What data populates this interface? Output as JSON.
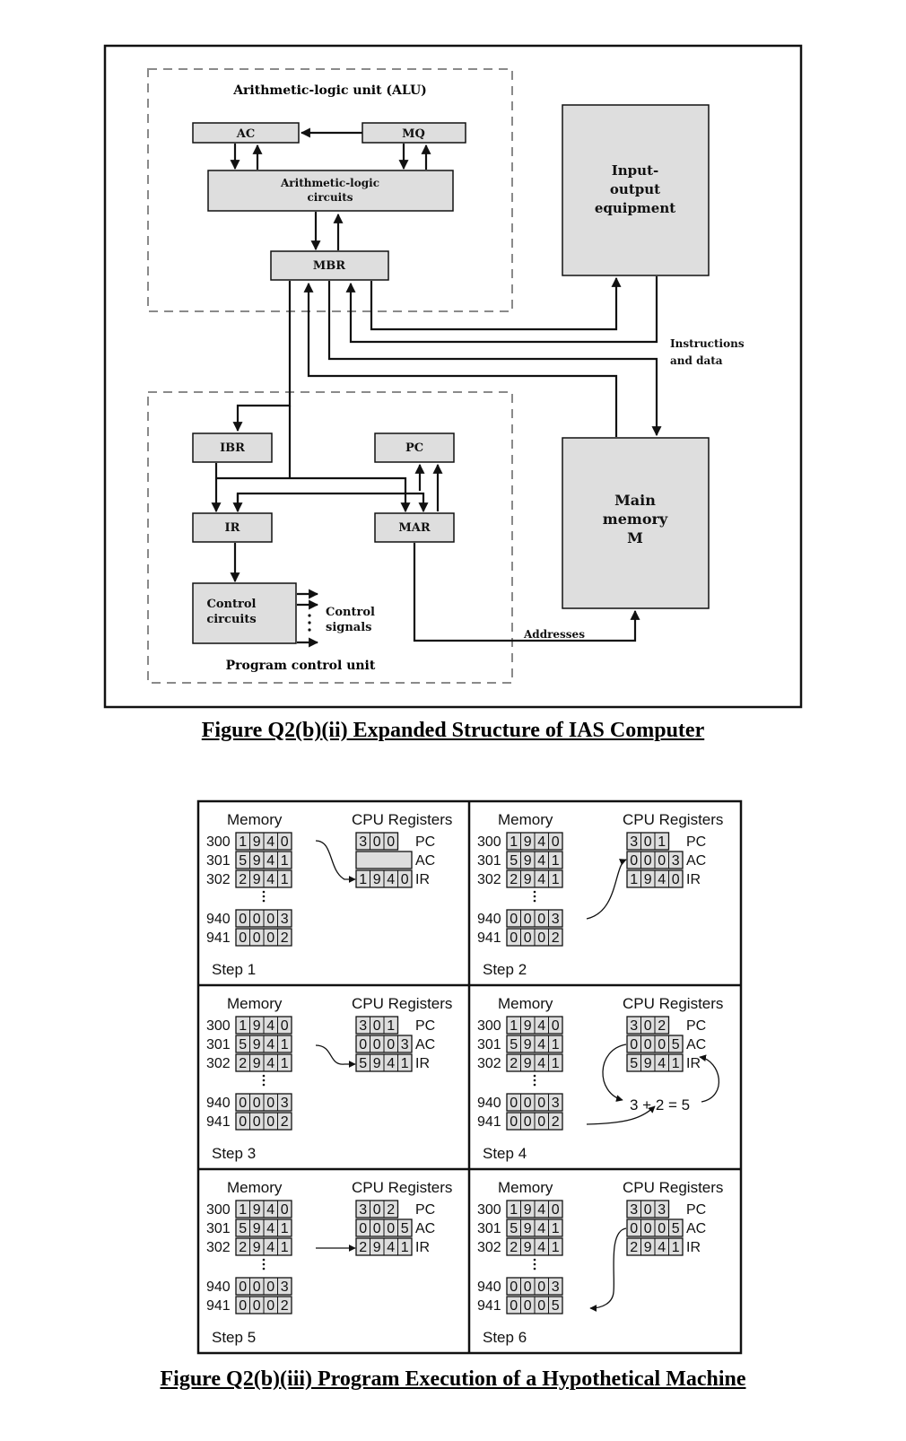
{
  "figure1": {
    "caption": "Figure Q2(b)(ii) Expanded Structure of IAS Computer",
    "alu_title": "Arithmetic-logic unit (ALU)",
    "pcu_title": "Program control unit",
    "ac": "AC",
    "mq": "MQ",
    "alc_line1": "Arithmetic-logic",
    "alc_line2": "circuits",
    "mbr": "MBR",
    "io_line1": "Input-",
    "io_line2": "output",
    "io_line3": "equipment",
    "instr_line1": "Instructions",
    "instr_line2": "and data",
    "ibr": "IBR",
    "pc": "PC",
    "ir": "IR",
    "mar": "MAR",
    "mm_line1": "Main",
    "mm_line2": "memory",
    "mm_line3": "M",
    "cc_line1": "Control",
    "cc_line2": "circuits",
    "cs_line1": "Control",
    "cs_line2": "signals",
    "addresses": "Addresses"
  },
  "figure2": {
    "caption": "Figure Q2(b)(iii) Program Execution of a Hypothetical Machine",
    "memory_label": "Memory",
    "cpu_label": "CPU Registers",
    "pc_label": "PC",
    "ac_label": "AC",
    "ir_label": "IR",
    "mem_addresses": [
      "300",
      "301",
      "302",
      "940",
      "941"
    ],
    "equation": "3 + 2 = 5",
    "steps": [
      {
        "label": "Step 1",
        "mem": [
          "1940",
          "5941",
          "2941",
          "0003",
          "0002"
        ],
        "pc": "300",
        "ac": "",
        "ir": "1940"
      },
      {
        "label": "Step 2",
        "mem": [
          "1940",
          "5941",
          "2941",
          "0003",
          "0002"
        ],
        "pc": "301",
        "ac": "0003",
        "ir": "1940"
      },
      {
        "label": "Step 3",
        "mem": [
          "1940",
          "5941",
          "2941",
          "0003",
          "0002"
        ],
        "pc": "301",
        "ac": "0003",
        "ir": "5941"
      },
      {
        "label": "Step 4",
        "mem": [
          "1940",
          "5941",
          "2941",
          "0003",
          "0002"
        ],
        "pc": "302",
        "ac": "0005",
        "ir": "5941"
      },
      {
        "label": "Step 5",
        "mem": [
          "1940",
          "5941",
          "2941",
          "0003",
          "0002"
        ],
        "pc": "302",
        "ac": "0005",
        "ir": "2941"
      },
      {
        "label": "Step 6",
        "mem": [
          "1940",
          "5941",
          "2941",
          "0003",
          "0005"
        ],
        "pc": "303",
        "ac": "0005",
        "ir": "2941"
      }
    ]
  },
  "colors": {
    "box_fill": "#dedede",
    "line": "#111111",
    "dashed": "#8a8a8a"
  }
}
